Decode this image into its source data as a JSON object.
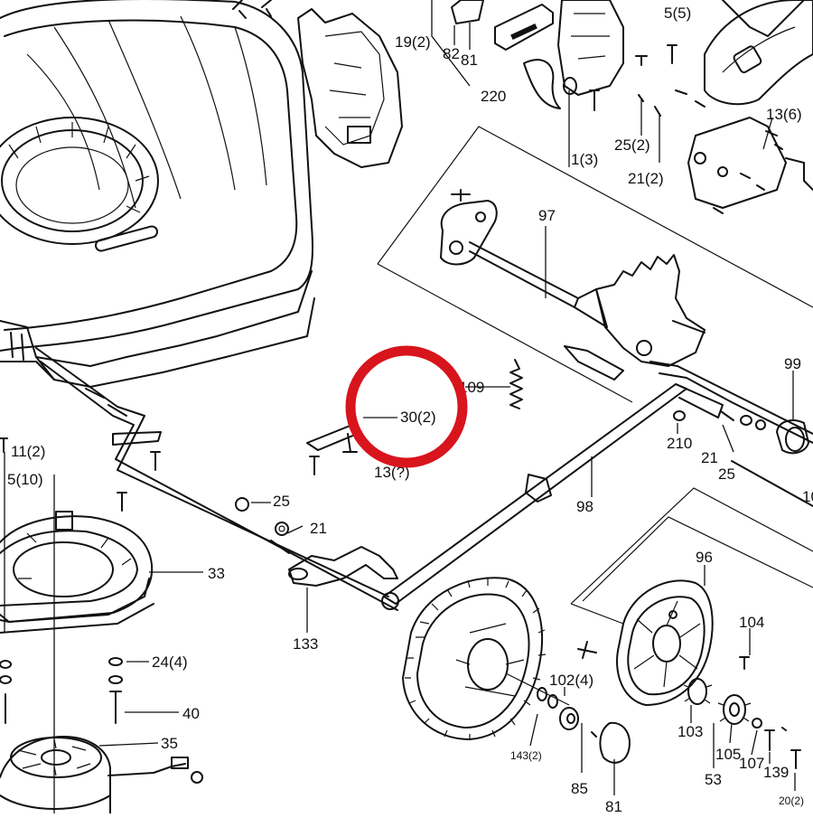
{
  "diagram": {
    "highlight_color": "#d8141c",
    "line_color": "#111111",
    "labels": {
      "l19": "19(2)",
      "l82": "82",
      "l81a": "81",
      "l220": "220",
      "l55": "5(5)",
      "l13a": "1(3)",
      "l252": "25(2)",
      "l212": "21(2)",
      "l136": "13(6)",
      "l97": "97",
      "l99": "99",
      "l109": "109",
      "l302": "30(2)",
      "l13b": "13(?)",
      "l210": "210",
      "l21a": "21",
      "l25a": "25",
      "l10r": "10",
      "l112": "11(2)",
      "l510": "5(10)",
      "l98": "98",
      "l25b": "25",
      "l21b": "21",
      "l33": "33",
      "l133": "133",
      "l96": "96",
      "l104": "104",
      "l244": "24(4)",
      "l40": "40",
      "l35": "35",
      "l102": "102(4)",
      "l103": "103",
      "l105": "105",
      "l107": "107",
      "l139": "139",
      "l53": "53",
      "l85": "85",
      "l81b": "81",
      "l43": "143(2)",
      "l20": "20(2)"
    }
  }
}
